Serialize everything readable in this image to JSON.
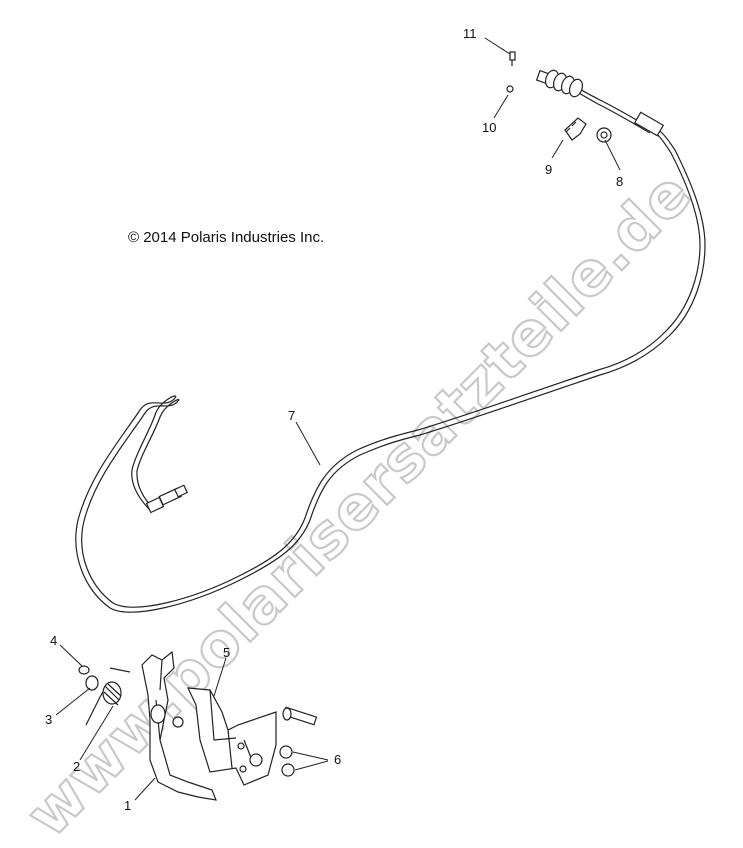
{
  "copyright": "© 2014 Polaris Industries Inc.",
  "watermark": "www.polarisersatzteile.de",
  "callouts": {
    "c1": "1",
    "c2": "2",
    "c3": "3",
    "c4": "4",
    "c5": "5",
    "c6": "6",
    "c7": "7",
    "c8": "8",
    "c9": "9",
    "c10": "10",
    "c11": "11"
  }
}
